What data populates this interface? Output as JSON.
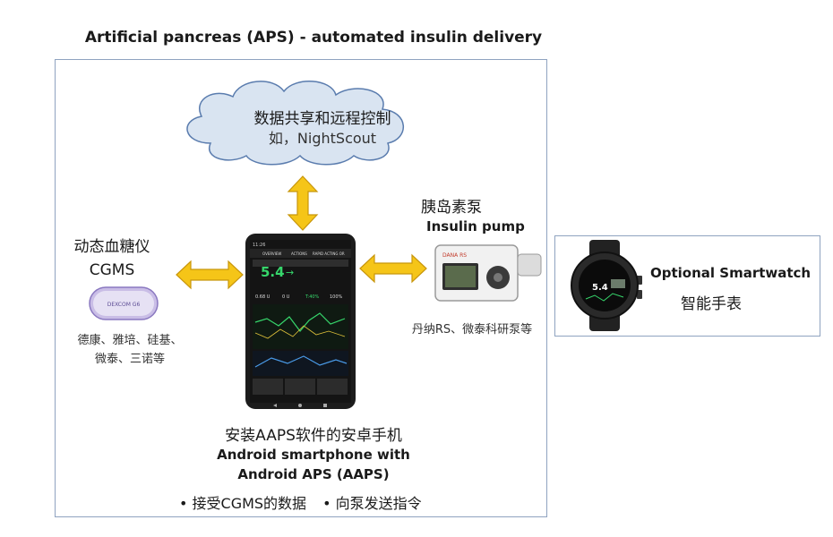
{
  "title": "Artificial pancreas (APS) - automated insulin delivery",
  "cloud": {
    "line1": "数据共享和远程控制",
    "line2": "如，NightScout"
  },
  "cgms": {
    "label_cn": "动态血糖仪",
    "label_en": "CGMS",
    "brands_line1": "德康、雅培、硅基、",
    "brands_line2": "微泰、三诺等",
    "device_text": "DEXCOM G6"
  },
  "pump": {
    "label_cn": "胰岛素泵",
    "label_en": "Insulin pump",
    "brands": "丹纳RS、微泰科研泵等",
    "device_text": "DANA RS"
  },
  "phone": {
    "label_cn": "安装AAPS软件的安卓手机",
    "label_en_line1": "Android smartphone with",
    "label_en_line2": "Android APS (AAPS)",
    "bullet1": "• 接受CGMS的数据",
    "bullet2": "• 向泵发送指令",
    "screen": {
      "time": "11:26",
      "bg": "5.4",
      "arrow": "→",
      "iob": "0.68 U",
      "basal": "0 U",
      "target": "T:40%",
      "percent": "100%",
      "tab1": "OVERVIEW",
      "tab2": "ACTIONS",
      "tab3": "RAPID ACTING OR"
    }
  },
  "watch": {
    "label_en": "Optional Smartwatch",
    "label_cn": "智能手表",
    "face_value": "5.4"
  },
  "colors": {
    "arrow_fill": "#f5c518",
    "arrow_stroke": "#c8960c",
    "box_border": "#8fa3c0",
    "cloud_fill": "#d9e4f1",
    "cloud_stroke": "#5a7cae",
    "screen_green": "#36d66b"
  }
}
